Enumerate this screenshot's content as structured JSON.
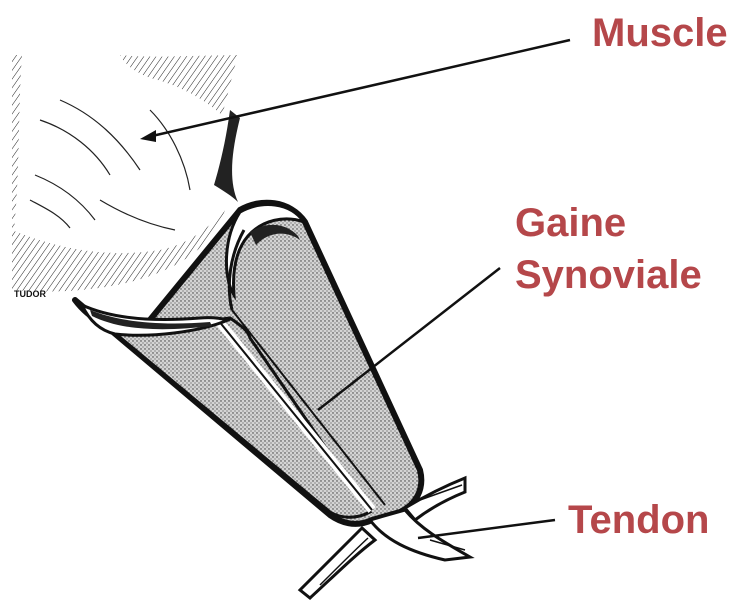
{
  "labels": {
    "muscle": "Muscle",
    "gaine": "Gaine",
    "synoviale": "Synoviale",
    "tendon": "Tendon"
  },
  "artist_signature": "TUDOR",
  "colors": {
    "label_text": "#b5474a",
    "ink": "#111111",
    "sheath_fill": "#c9c9c9",
    "background": "#ffffff"
  }
}
